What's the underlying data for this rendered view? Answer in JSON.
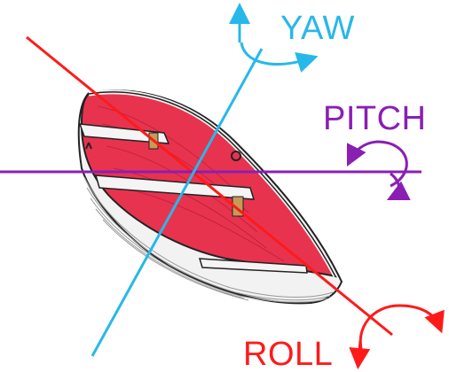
{
  "labels": {
    "yaw": "YAW",
    "pitch": "PITCH",
    "roll": "ROLL"
  },
  "colors": {
    "yaw": "#27b8ea",
    "pitch": "#8a1fb3",
    "roll": "#ff1a1a",
    "hull_interior": "#e8334f",
    "hull_exterior": "#eeeeee",
    "outline": "#222222"
  },
  "icons": {
    "boat": "rowboat-illustration",
    "yaw_arrow": "curved-rotation-arrow",
    "pitch_arrow": "curved-rotation-arrow",
    "roll_arrow": "curved-rotation-arrow"
  }
}
